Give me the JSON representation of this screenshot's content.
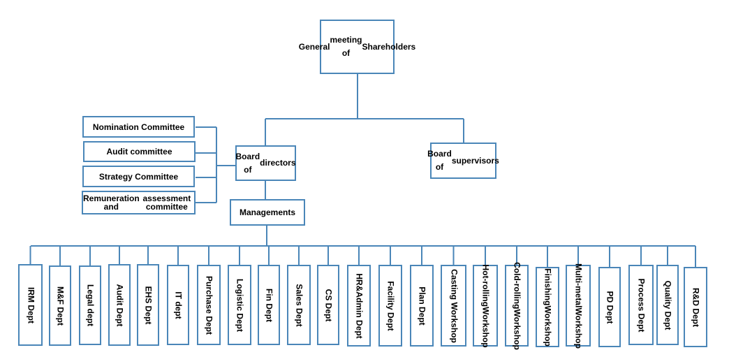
{
  "top": {
    "text": "General\nmeeting of\nShareholders"
  },
  "board_of_directors": {
    "text": "Board of\ndirectors"
  },
  "board_of_supervisors": {
    "text": "Board of\nsupervisors"
  },
  "managements": {
    "text": "Managements"
  },
  "committees": [
    {
      "text": "Nomination Committee"
    },
    {
      "text": "Audit committee"
    },
    {
      "text": "Strategy Committee"
    },
    {
      "text": "Remuneration and\nassessment committee"
    }
  ],
  "departments": [
    {
      "text": "IRM Dept"
    },
    {
      "text": "M&F Dept"
    },
    {
      "text": "Legal dept"
    },
    {
      "text": "Audit Dept"
    },
    {
      "text": "EHS Dept"
    },
    {
      "text": "IT dept"
    },
    {
      "text": "Purchase Dept"
    },
    {
      "text": "Logistic Dept"
    },
    {
      "text": "Fin Dept"
    },
    {
      "text": "Sales Dept"
    },
    {
      "text": "CS Dept"
    },
    {
      "text": "HR&Admin Dept"
    },
    {
      "text": "Facility Dept"
    },
    {
      "text": "Plan Dept"
    },
    {
      "text": "Casting Workshop"
    },
    {
      "text": "Hot-rolling\nWorkshop"
    },
    {
      "text": "Cold-rolling\nWorkshop"
    },
    {
      "text": "Finishing\nWorkshop"
    },
    {
      "text": "Multi-metal\nWorkshop"
    },
    {
      "text": "PD Dept"
    },
    {
      "text": "Process Dept"
    },
    {
      "text": "Quality Dept"
    },
    {
      "text": "R&D Dept"
    }
  ],
  "colors": {
    "line": "#4a86b8",
    "box_border": "#4a86b8",
    "text": "#000000"
  }
}
